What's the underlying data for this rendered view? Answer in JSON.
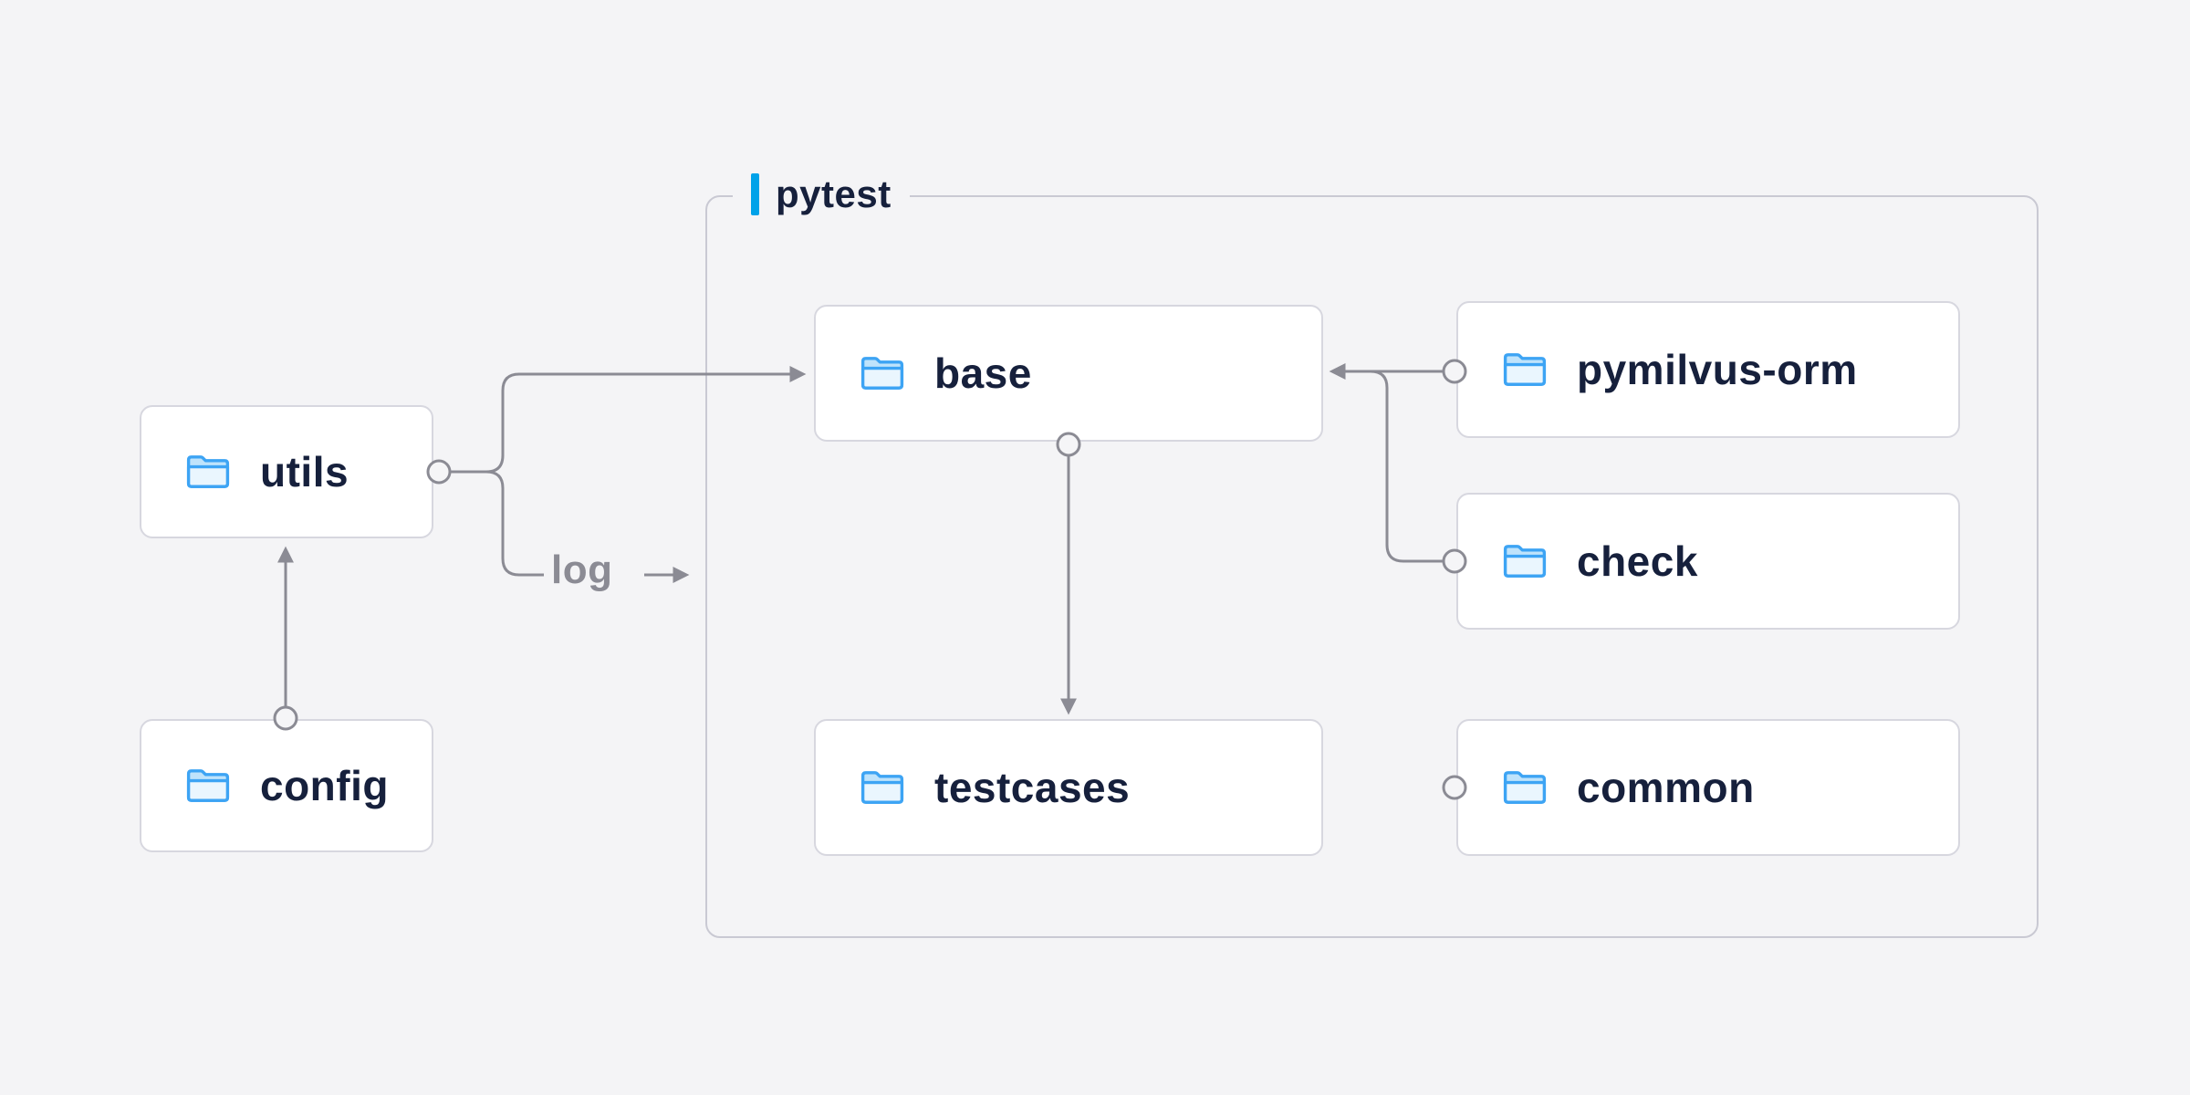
{
  "page": {
    "background_color": "#f4f4f6"
  },
  "diagram": {
    "group": {
      "label": "pytest",
      "accent_color": "#00a2e9"
    },
    "nodes": [
      {
        "id": "utils",
        "label": "utils",
        "icon": "folder-icon"
      },
      {
        "id": "config",
        "label": "config",
        "icon": "folder-icon"
      },
      {
        "id": "base",
        "label": "base",
        "icon": "folder-icon",
        "group": "pytest"
      },
      {
        "id": "pymilvus-orm",
        "label": "pymilvus-orm",
        "icon": "folder-icon",
        "group": "pytest"
      },
      {
        "id": "check",
        "label": "check",
        "icon": "folder-icon",
        "group": "pytest"
      },
      {
        "id": "testcases",
        "label": "testcases",
        "icon": "folder-icon",
        "group": "pytest"
      },
      {
        "id": "common",
        "label": "common",
        "icon": "folder-icon",
        "group": "pytest"
      }
    ],
    "edge_label": {
      "text": "log"
    },
    "edges": [
      {
        "from": "utils",
        "to": "base"
      },
      {
        "from": "utils",
        "to": "pytest-group",
        "label": "log"
      },
      {
        "from": "config",
        "to": "utils"
      },
      {
        "from": "base",
        "to": "testcases"
      },
      {
        "from": "pymilvus-orm",
        "to": "base"
      },
      {
        "from": "check",
        "to": "base"
      },
      {
        "from": "common",
        "to": "testcases"
      }
    ],
    "colors": {
      "line": "#8b8b94",
      "node_border": "#d7d7df",
      "group_border": "#c9c9d3",
      "node_background": "#ffffff",
      "label_text": "#16203c",
      "muted_text": "#8b8b94",
      "folder_stroke": "#3da4f4",
      "folder_fill_dark": "#bfe3fb",
      "folder_fill_light": "#eaf6fe",
      "accent": "#00a2e9"
    }
  }
}
